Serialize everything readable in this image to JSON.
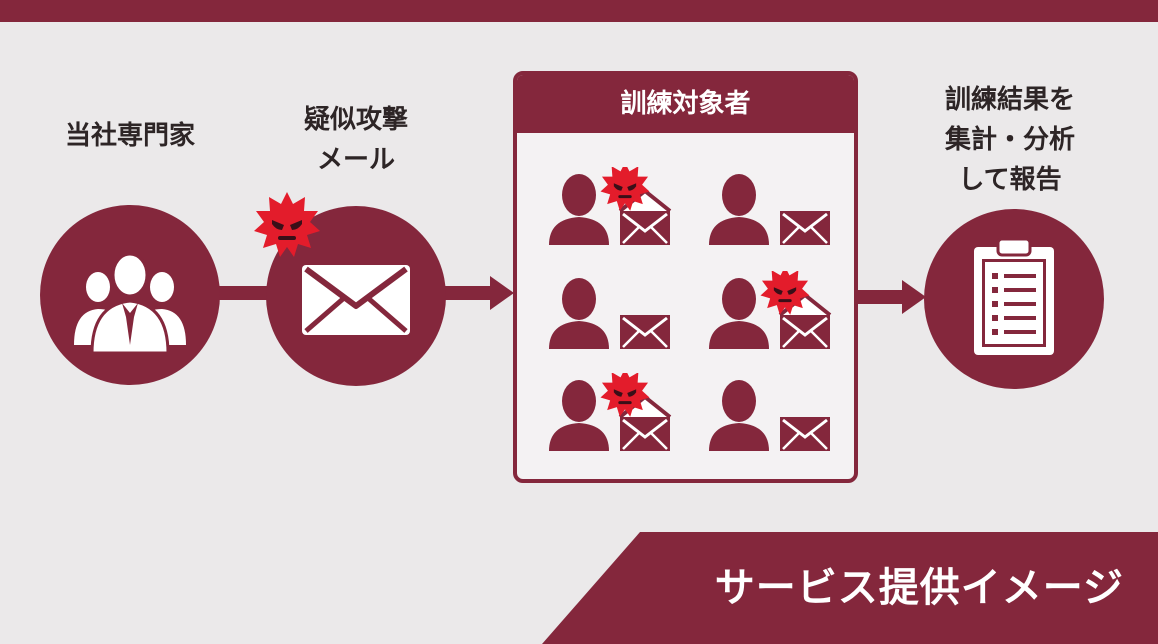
{
  "colors": {
    "brand": "#84273c",
    "background": "#ebe9ea",
    "virus": "#e31c2b",
    "text": "#2d2526"
  },
  "steps": {
    "experts": {
      "label": "当社専門家",
      "icon": "people-group-icon"
    },
    "attack_mail": {
      "lines": [
        "疑似攻撃",
        "メール"
      ],
      "icon": "envelope-icon",
      "badge_icon": "virus-icon"
    },
    "targets": {
      "title": "訓練対象者",
      "cells": [
        {
          "person_icon": "person-icon",
          "mail_icon": "envelope-icon",
          "infected": true
        },
        {
          "person_icon": "person-icon",
          "mail_icon": "envelope-icon",
          "infected": false
        },
        {
          "person_icon": "person-icon",
          "mail_icon": "envelope-icon",
          "infected": false
        },
        {
          "person_icon": "person-icon",
          "mail_icon": "envelope-icon",
          "infected": true
        },
        {
          "person_icon": "person-icon",
          "mail_icon": "envelope-icon",
          "infected": true
        },
        {
          "person_icon": "person-icon",
          "mail_icon": "envelope-icon",
          "infected": false
        }
      ]
    },
    "report": {
      "lines": [
        "訓練結果を",
        "集計・分析",
        "して報告"
      ],
      "icon": "clipboard-icon"
    }
  },
  "banner": {
    "text": "サービス提供イメージ"
  }
}
